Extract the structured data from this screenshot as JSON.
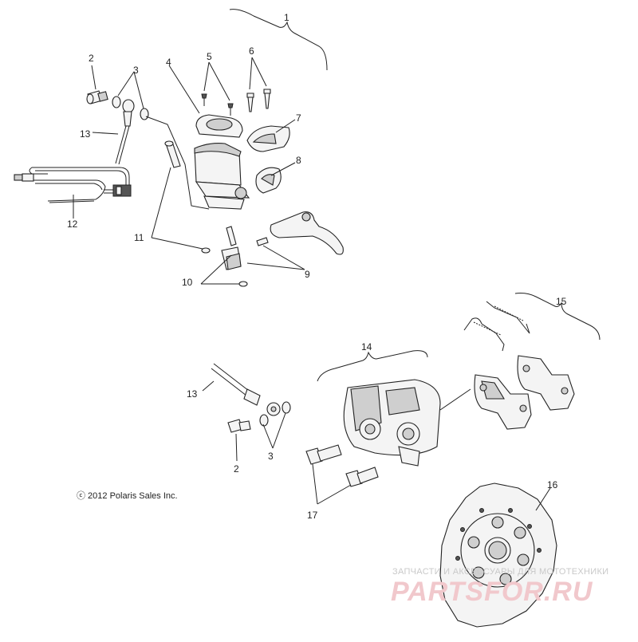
{
  "callouts": {
    "c1": "1",
    "c2a": "2",
    "c2b": "2",
    "c3a": "3",
    "c3b": "3",
    "c4": "4",
    "c5": "5",
    "c6": "6",
    "c7": "7",
    "c8": "8",
    "c9": "9",
    "c10": "10",
    "c11": "11",
    "c12": "12",
    "c13a": "13",
    "c13b": "13",
    "c14": "14",
    "c15": "15",
    "c16": "16",
    "c17": "17"
  },
  "copyright": "ⓒ 2012 Polaris Sales Inc.",
  "watermark": {
    "tagline": "ЗАПЧАСТИ И АКСЕССУАРЫ ДЛЯ МОТОТЕХНИКИ",
    "brand": "PARTSFOR.RU",
    "color": "#e8a0a8"
  }
}
